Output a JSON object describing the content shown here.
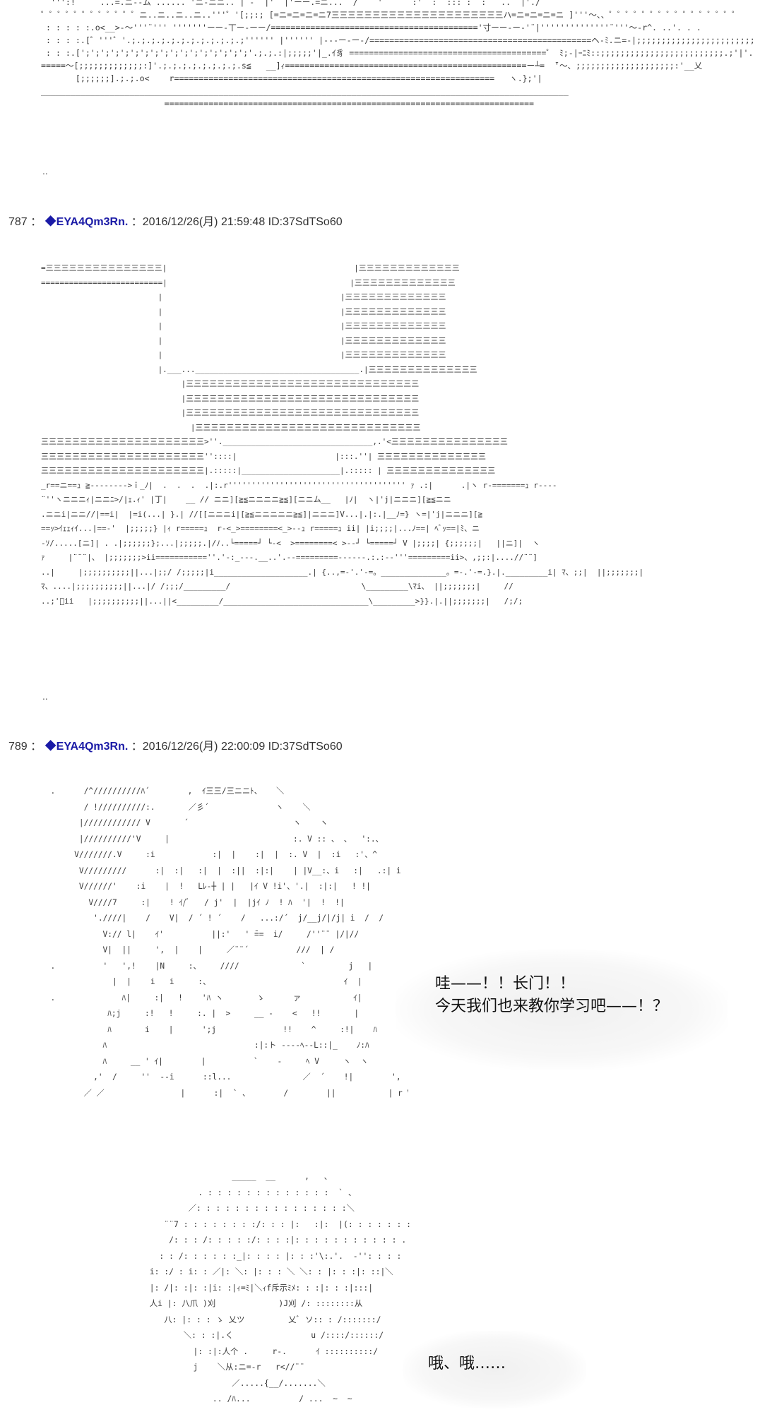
{
  "top_art": {
    "lines": [
      "  ''':!     ...=.ニ--ム ...... 'ニ-ニニ.. | -  |'  |'ーー.=ニ...  /    '      :'  :  ::: :  :   ..  |'./",
      "゜゜゜゜゜゜゜゜゜゜゜゜ニ..ニ..ニ..ニ..'''゜'[;;:; [=ニ=ニ=ニ=ニ7三三三三三三三三三三三三三三三三三三三三三ハ=ニ=ニ=ニ=ニ ]'''〜、、゜゜゜゜゜゜゜゜゜゜゜゜゜゜゜゜",
      " : : : : :.o<__>-〜'''¨''' '''''''ーー-丅ー-ーー/=========================================='寸ーー-ー-'¨|''''''''''''''¨'''〜-r^. ..'. . .",
      " : : : :.[゜'''゜'.;.;.;.;.;.;.;.;.;.;.;.;'''''' |'''''' |---ー‐ー-/=============================================ヘ-ﾐ.ニ=-|;;;;;;;;;;;;;;;;;;;;;;;;;;;|;;;:|  |",
      " : : :.[';';';';';';';';';';';';';';';';';'.;.;.:|;;;;;'|_.ｲ豸 ========================================゜ ﾐ;-|ｰﾆﾐ::;;;;;;;;;;;;;;;;;;;;;;;;;.;'|'.;|乂|",
      "=====〜[;;;;;;;;;;;;;:]'.;.;.;.;.;.;.;.;.s≦   __]ｨ=================================================ー┴=  ̄'〜、;;;;;;;;;;;;;;;;;;;;:'__乂",
      "       [;;;;;;].;.;.o<    r=================================================================   ヽ.};'|",
      "___________________________________________________________________________________________________________",
      "                         ==========================================================================="
    ]
  },
  "separator_1": "..",
  "post_787": {
    "number": "787",
    "sep": "：",
    "diamond": "◆",
    "name": "EYA4Qm3Rn.",
    "date": "：2016/12/26(月) 21:59:48 ID:37SdTSo60"
  },
  "art_787": {
    "lines": [
      "",
      "=三三三三三三三三三三三三三三三|                                        |三三三三三三三三三三三三三",
      "==========================|                                       |三三三三三三三三三三三三三",
      "                         |                                      |三三三三三三三三三三三三三",
      "                         |                                      |三三三三三三三三三三三三三",
      "                         |                                      |三三三三三三三三三三三三三",
      "                         |                                      |三三三三三三三三三三三三三",
      "                         |                                      |三三三三三三三三三三三三三",
      "                         |.___...___________________________________.|三三三三三三三三三三三三三三",
      "                              |三三三三三三三三三三三三三三三三三三三三三三三三三三三三三三",
      "                              |三三三三三三三三三三三三三三三三三三三三三三三三三三三三三三",
      "                              |三三三三三三三三三三三三三三三三三三三三三三三三三三三三三三",
      "                                |三三三三三三三三三三三三三三三三三三三三三三三三三三三三三",
      "三三三三三三三三三三三三三三三三三三三三三>''.________________________________,.'<三三三三三三三三三三三三三三三",
      "三三三三三三三三三三三三三三三三三三三三三''::::|                     |:::.''| 三三三三三三三三三三三三三三",
      "三三三三三三三三三三三三三三三三三三三三三|.:::::|_____________________|.::::: | 三三三三三三三三三三三三三三",
      "_r==ニ==ｭ ≧-------->ｉ_ﾉ|  .  .  .  .|:.r'''''''''''''''''''''''''''''''''''''' ｧ .:|      .|ヽ r-=======ｭ r----",
      "¨''ヽニニニｨ|ニニﾆ>/|ｪ.ｨ' |丁|    __ // ニニ][≧≦ニニニニ≧≦][ニニム__   |ﾉ|  ヽ|'j|ニニニ][≧≦ニニ",
      ".ニニi|ニニ//|==i|  |=i(...| }.| //[[ニニニi|[≧≦ニニニニニ≧≦]|ニニニ]V...|.|:.|__ﾉ=} ヽ=|'j|ニニニ][≧",
      "==ｯ>ｲｪｪｨｲ...|==-'  |;;;;;} |ｨ r=====ｭ  r-<_>========<_>--ｭ r=====ｭ ii| |i;;;;|...ﾉ==| ﾍﾞｯ==|ﾐ、ニ",
      "-ｿ/.....[ニ]| . .|;;;;;;};...|;;;;;.|/ﾉ..└=====┘ └-<  >========< >--┘ └=====┘ V |;;;;| {;;;;;;|   ||ニ]|  ヽ",
      "ｧ     |¨¨¨|、 |;;;;;;;>ii===========''.'-:_---.__..'.--=========------.:.:--'''=========ii>、,;;:|....//¨¨]",
      "..|     |;;;;;;;;;;||...|;;/ /;;;;;|i____________________.| {..,=-'.'-=。______________。=-.'-=.}.|._________i| ﾏ、;;|  ||;;;;;;;|",
      "ﾏ、....|;;;;;;;;;;||...|/ /;;;/_________/                            \\_________\\ﾏi、 ||;;;;;;;|     //",
      "..;'ﾞii   |;;;;;;;;;;||...||<_________/_______________________________\\_________>}}.|.||;;;;;;;|   /;/;"
    ]
  },
  "separator_2": "..",
  "post_789": {
    "number": "789",
    "sep": "：",
    "diamond": "◆",
    "name": "EYA4Qm3Rn.",
    "date": "：2016/12/26(月) 22:00:09 ID:37SdTSo60"
  },
  "art_789a": {
    "lines": [
      "  .      /^//////////ﾊ´        ,  ｲ三三/三ニニﾄ、   ＼",
      "         / !//////////:.       ／彡´              ヽ    ＼",
      "        |//////////// V       ´                      ヽ    ヽ",
      "        |//////////'V     |                          :. V :: 、 、  ':.、",
      "       V///////.V     :i            :|  |    :|  |  :. V  |  :i   :'、^",
      "        V/////////      :|  :|   :|  |  :||  :|:|    | |V__:、i   :|   .:| i",
      "        V//////'    :i    |  !   Lﾚ-┼ | |   |ｲ V !i'、'.|  :|:|   ! !|",
      "          V////7     :|    ! ｲ/ﾞ   / j'  |  |jｲ ﾉ  ! ﾊ  '|  !  !|",
      "           './///|    /    V|  / ´ ! ´    /   ...:/´  j/__j/|/j| i  /  /",
      "             V:// l|    ｲ'          ||:'   ' ̄==  i/     /''¨¨ |/|//",
      "             V|  ||     ',  |    |     ／¨¨´          ///  | /",
      "  .          '   ',!    |N     :、    ////             `         j   |",
      "               |  |    i   i     :、                            ｲ  |",
      "  .              ﾊ|     :|   !    'ﾊ ヽ       ゝ      ァ           ｲ|",
      "              ﾊ;j     :!   !     :. |  >     __ -    <   !!       |",
      "              ﾊ       i    |      ';j              !!    ^     :!|    ﾊ",
      "             ﾊ                               :|:ト ----ﾍ--L::|_    ﾉ:ﾊ",
      "             ﾊ     __ ' ｲ|        |          `    -     ﾍ V     ヽ  ヽ",
      "           ,'  /     ''  --i      ::l...               ／  ´    !|        ',  ',",
      "         ／ ／                |      :|  ` 、       /        ||           | r V"
    ]
  },
  "speech_1": {
    "line1": "哇——！！长门！！",
    "line2": "今天我们也来教你学习吧——！？"
  },
  "art_789b": {
    "lines": [
      "                          _____  __      ,   、",
      "                   . : : : : : : : : : : : : :  ` 、",
      "                 ／: : : : : : : : : : : : : : : :＼",
      "            ¨¨7 : : : : : : : :/: : : |:   :|:  |(: : : : : : : .",
      "             /: : : /: : : : :/: : : :|: : : : : : : : : : : .",
      "           : : /: : : : : :_|: : : : |: : :'\\:.'.  -'': : : :",
      "         i: :/ : i: : ／|: ＼: |: : : ＼ ＼: : |: : :|: ::|＼",
      "         |: /|: :|: :|i: :|ｨ=ﾐ|＼ｨf斥示ﾐﾒ: : :|: : :|:::|",
      "         人i |: 八爪 )刈             )J刈 /: ::::::::从",
      "            八: |: : : ゝ 乂ツ         乂ﾞ ソ:: : /:::::::/",
      "                ＼: : :|.く                u /::::/::::::/",
      "                  |: :|:人个 .     r-.      ｲ ::::::::::/",
      "                  j    ＼从:ニ=-r   r<//¨¨",
      "                          ／.....{__/.......＼",
      "                      .. /ﾊ...          / ...  ~  ~"
    ]
  },
  "speech_2": {
    "line1": "哦、哦……"
  }
}
